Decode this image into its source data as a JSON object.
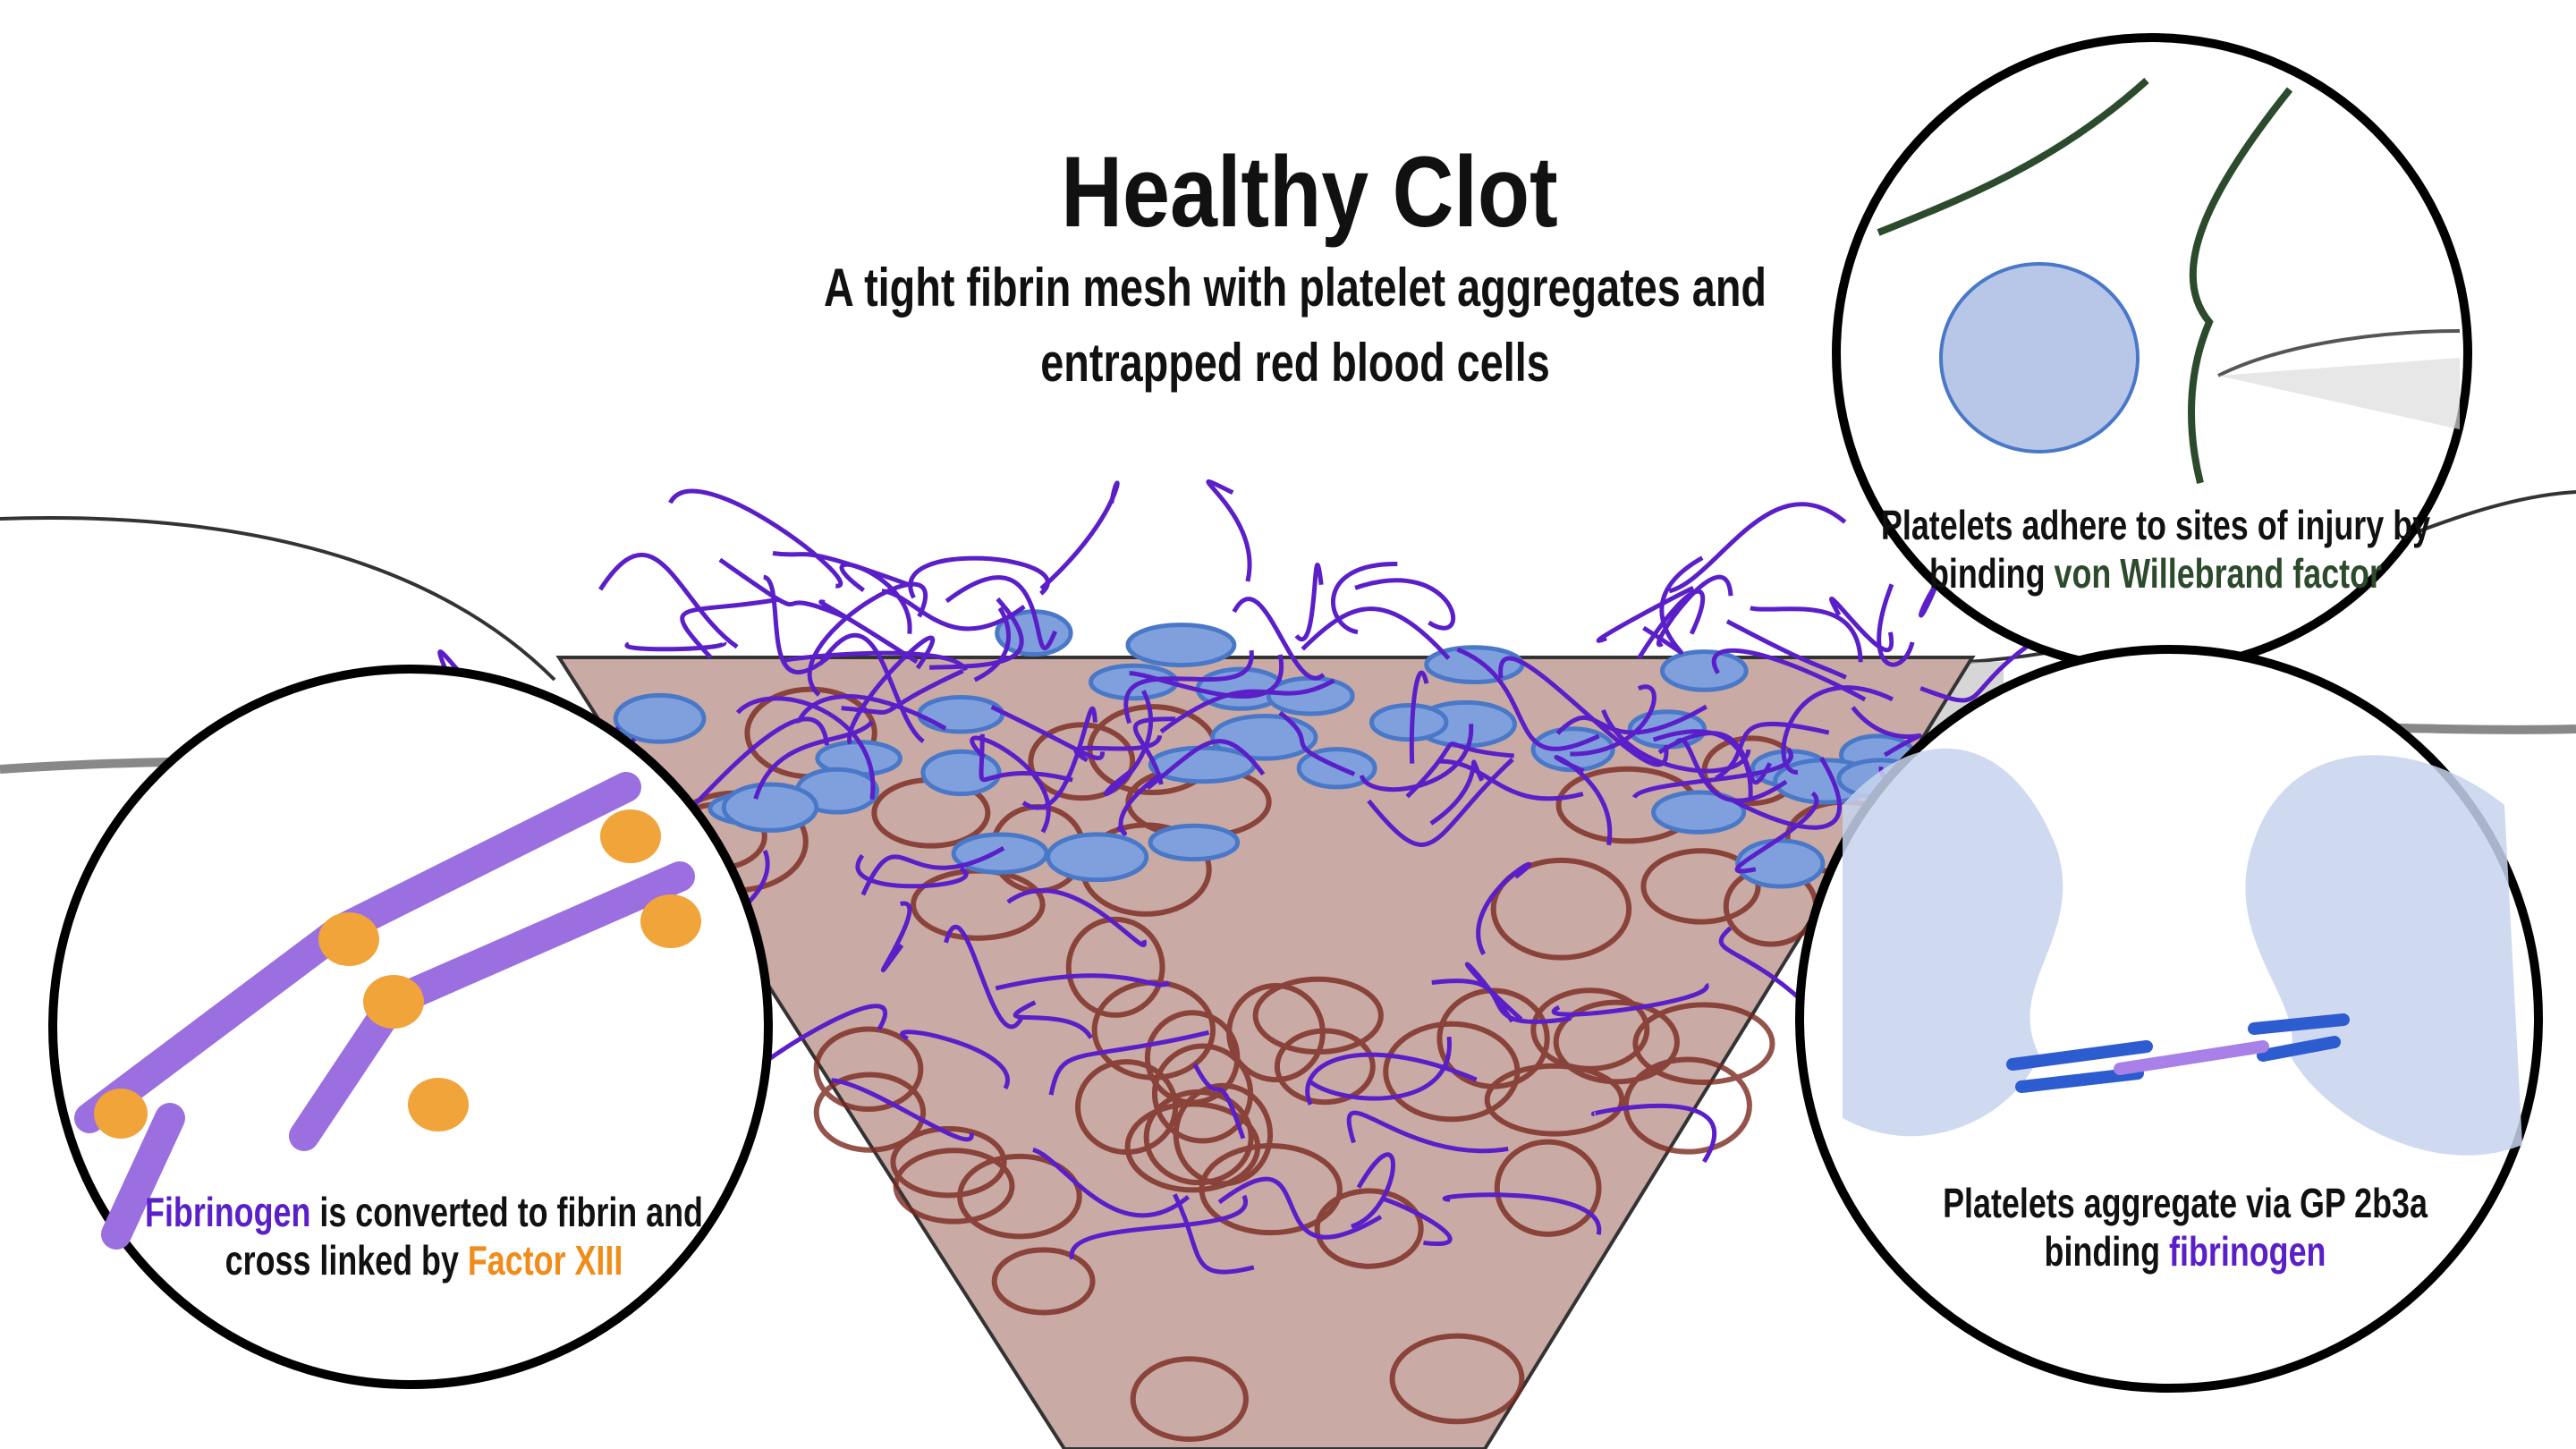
{
  "title": "Healthy Clot",
  "subtitle": {
    "line1": "A tight fibrin mesh with platelet aggregates and",
    "line2": "entrapped red blood cells"
  },
  "captions": {
    "left": {
      "term1": "Fibrinogen",
      "text1": " is converted to fibrin and",
      "text2": "cross linked by ",
      "term2": "Factor XIII"
    },
    "top_right": {
      "text1": "Platelets adhere to sites of injury by",
      "text2": "binding ",
      "term": "von Willebrand factor"
    },
    "bottom_right": {
      "text1": "Platelets aggregate via GP 2b3a",
      "text2": "binding ",
      "term": "fibrinogen"
    }
  },
  "colors": {
    "fibrin": "#5a1fc8",
    "factor": "#f08c1a",
    "vwf": "#2c4a2c",
    "platelet": "#4a78c8",
    "rbc": "#7a2a20"
  }
}
